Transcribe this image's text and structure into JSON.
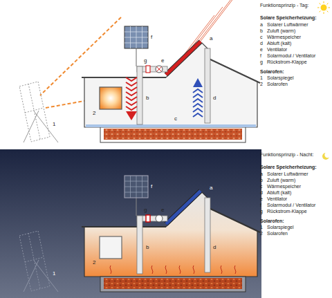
{
  "diagram": {
    "labels": [
      "Funktionsprinzip - Tag:",
      "Solare Speicherheizung:",
      "a",
      "Solarer Luftwärmer",
      "b",
      "Zuluft (warm)",
      "c",
      "Wärmespeicher",
      "d",
      "Abluft (kalt)",
      "e",
      "Ventilator",
      "f",
      "Solarmodul / Ventilator",
      "g",
      "Rückstrom-Klappe",
      "Solarofen:",
      "1",
      "Solarspiegel",
      "2",
      "Solarofen",
      "a",
      "f",
      "g",
      "e",
      "b",
      "d",
      "c",
      "1",
      "2",
      "Funktionsprinzip - Nacht:",
      "Solare Speicherheizung:",
      "a",
      "Solarer Luftwärmer",
      "b",
      "Zuluft (warm)",
      "c",
      "Wärmespeicher",
      "d",
      "Abluft (kalt)",
      "e",
      "Ventilator",
      "f",
      "Solarmodul / Ventilator",
      "g",
      "Rückstrom-Klappe",
      "Solarofen:",
      "1",
      "Solarspiegel",
      "2",
      "Solarofen",
      "a",
      "f",
      "g",
      "e",
      "b",
      "d",
      "1",
      "2"
    ]
  }
}
